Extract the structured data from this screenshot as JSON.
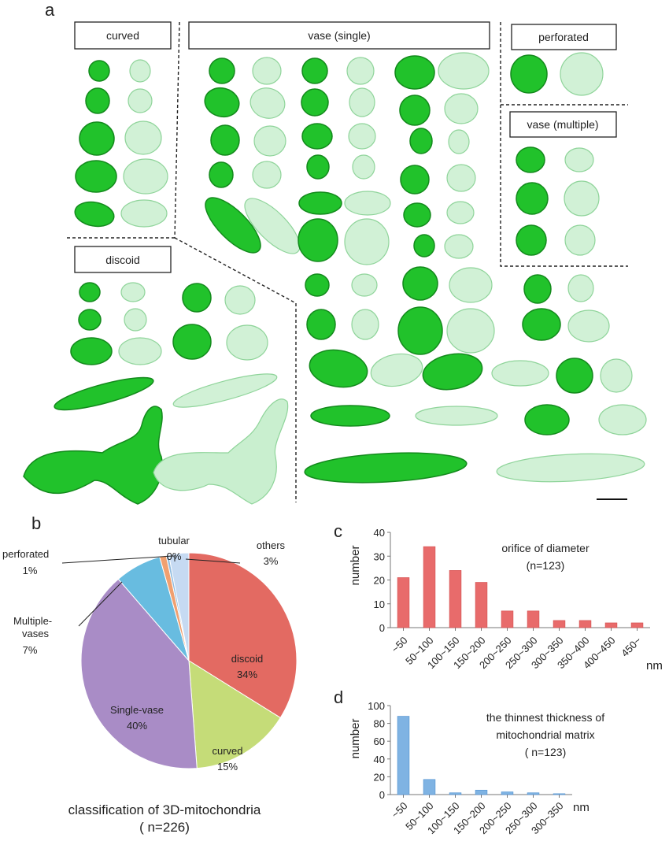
{
  "panel_a": {
    "letter": "a",
    "categories": {
      "curved": "curved",
      "vase_single": "vase (single)",
      "perforated": "perforated",
      "vase_multiple": "vase (multiple)",
      "discoid": "discoid"
    }
  },
  "colors": {
    "solid_green": "#21c22b",
    "light_green": "#c9efcf",
    "red_bar": "#e86b6b",
    "blue_bar": "#7fb3e3",
    "pie_discoid": "#e36a62",
    "pie_curved": "#c5dc78",
    "pie_single_vase": "#a98cc6",
    "pie_multiple_vases": "#68bce0",
    "pie_perforated": "#f0a070",
    "pie_tubular": "#8fbce0",
    "pie_others": "#c6daf2"
  },
  "chart_data": [
    {
      "id": "b",
      "type": "pie",
      "letter": "b",
      "title": "classification of 3D-mitochondria",
      "subtitle": "( n=226)",
      "slices": [
        {
          "label": "discoid",
          "pct_text": "34%",
          "value": 34
        },
        {
          "label": "curved",
          "pct_text": "15%",
          "value": 15
        },
        {
          "label": "Single-vase",
          "pct_text": "40%",
          "value": 40
        },
        {
          "label": "Multiple-vases",
          "label_line1": "Multiple-",
          "label_line2": "vases",
          "pct_text": "7%",
          "value": 7
        },
        {
          "label": "perforated",
          "pct_text": "1%",
          "value": 1
        },
        {
          "label": "tubular",
          "pct_text": "0%",
          "value": 0.4
        },
        {
          "label": "others",
          "pct_text": "3%",
          "value": 3
        }
      ]
    },
    {
      "id": "c",
      "type": "bar",
      "letter": "c",
      "title": "orifice of diameter",
      "subtitle": "(n=123)",
      "ylabel": "number",
      "xunit": "nm",
      "ylim": [
        0,
        40
      ],
      "yticks": [
        "0",
        "10",
        "20",
        "30",
        "40"
      ],
      "categories": [
        "~50",
        "50~100",
        "100~150",
        "150~200",
        "200~250",
        "250~300",
        "300~350",
        "350~400",
        "400~450",
        "450~"
      ],
      "values": [
        21,
        34,
        24,
        19,
        7,
        7,
        3,
        3,
        2,
        2
      ]
    },
    {
      "id": "d",
      "type": "bar",
      "letter": "d",
      "title_line1": "the thinnest thickness of",
      "title_line2": "mitochondrial matrix",
      "subtitle": "( n=123)",
      "ylabel": "number",
      "xunit": "nm",
      "ylim": [
        0,
        100
      ],
      "yticks": [
        "0",
        "20",
        "40",
        "60",
        "80",
        "100"
      ],
      "categories": [
        "~50",
        "50~100",
        "100~150",
        "150~200",
        "200~250",
        "250~300",
        "300~350"
      ],
      "values": [
        88,
        17,
        2,
        5,
        3,
        2,
        1
      ]
    }
  ]
}
